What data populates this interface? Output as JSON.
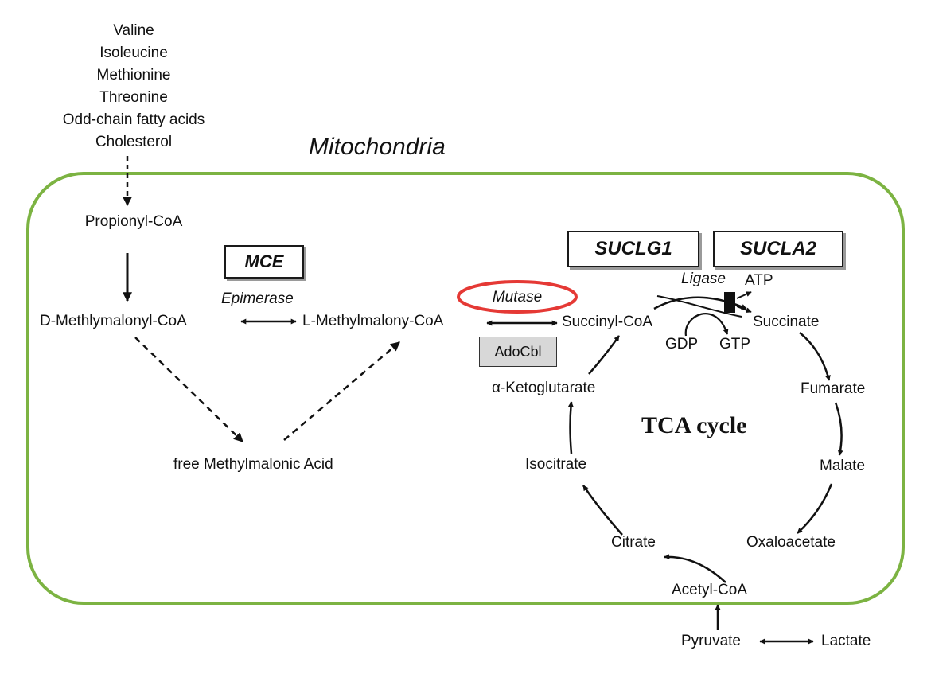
{
  "compartment": {
    "label": "Mitochondria",
    "border_color": "#7cb342"
  },
  "sources": [
    "Valine",
    "Isoleucine",
    "Methionine",
    "Threonine",
    "Odd-chain fatty acids",
    "Cholesterol"
  ],
  "metabolites": {
    "propionyl_coa": "Propionyl-CoA",
    "d_methylmalonyl_coa": "D-Methlymalonyl-CoA",
    "l_methylmalonyl_coa": "L-Methylmalony-CoA",
    "free_mma": "free Methylmalonic Acid",
    "succinyl_coa": "Succinyl-CoA",
    "succinate": "Succinate",
    "fumarate": "Fumarate",
    "malate": "Malate",
    "oxaloacetate": "Oxaloacetate",
    "citrate": "Citrate",
    "isocitrate": "Isocitrate",
    "alpha_ketoglutarate": "α-Ketoglutarate",
    "acetyl_coa": "Acetyl-CoA",
    "pyruvate": "Pyruvate",
    "lactate": "Lactate",
    "gdp": "GDP",
    "gtp": "GTP",
    "atp": "ATP"
  },
  "enzymes": {
    "mce": "MCE",
    "epimerase": "Epimerase",
    "mutase": "Mutase",
    "adocbl": "AdoCbl",
    "suclg1": "SUCLG1",
    "sucla2": "SUCLA2",
    "ligase": "Ligase"
  },
  "tca_label": "TCA cycle",
  "colors": {
    "membrane": "#7cb342",
    "mutase_highlight": "#e53935",
    "cofactor_fill": "#d8d8d8",
    "line": "#111111"
  }
}
